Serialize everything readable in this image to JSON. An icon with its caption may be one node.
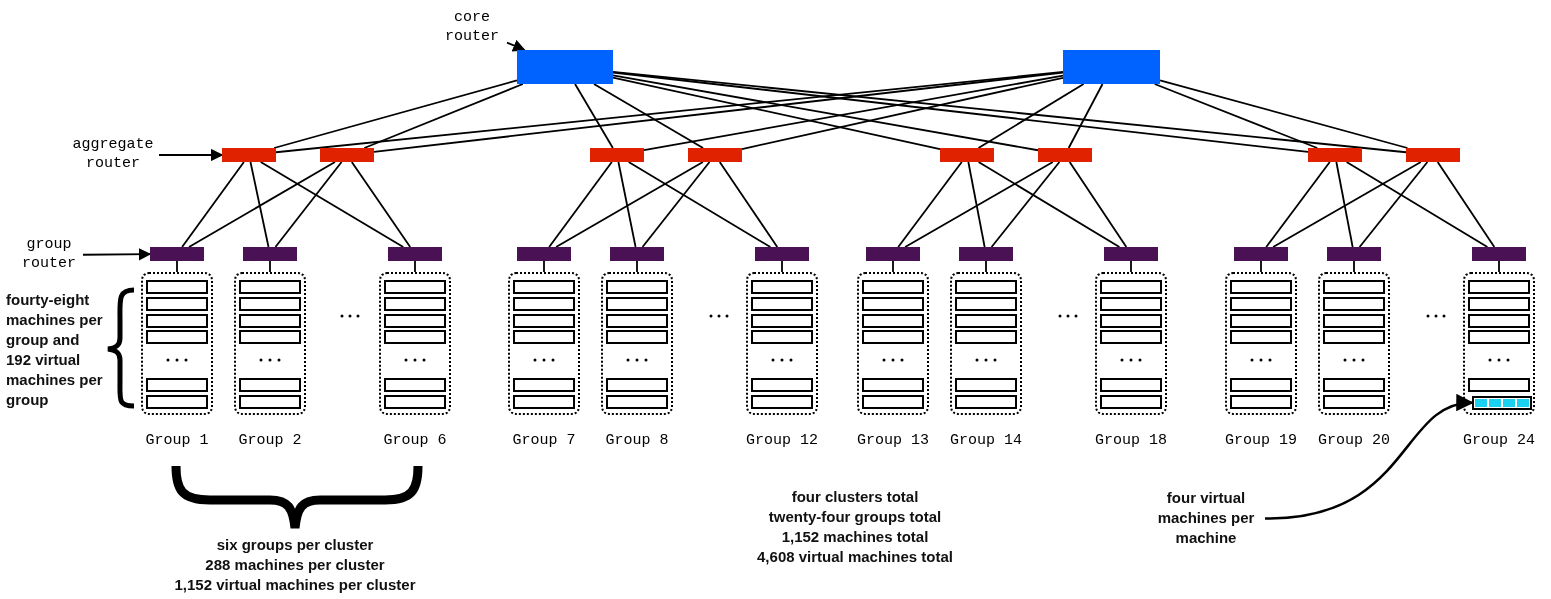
{
  "diagram": {
    "nodes": [
      {
        "text": [
          "core router"
        ]
      },
      {
        "text": [],
        "shape": "box"
      },
      {
        "text": [],
        "shape": "box"
      },
      {
        "text": [
          "aggregate router"
        ]
      },
      {
        "text": [],
        "shape": "box"
      },
      {
        "text": [],
        "shape": "box"
      },
      {
        "text": [],
        "shape": "box"
      },
      {
        "text": [],
        "shape": "box"
      },
      {
        "text": [],
        "shape": "box"
      },
      {
        "text": [],
        "shape": "box"
      },
      {
        "text": [],
        "shape": "box"
      },
      {
        "text": [],
        "shape": "box"
      },
      {
        "text": [
          "group router"
        ]
      },
      {
        "text": [],
        "shape": "box"
      },
      {
        "text": [],
        "shape": "box"
      },
      {
        "text": [],
        "shape": "box"
      },
      {
        "text": [],
        "shape": "box"
      },
      {
        "text": [],
        "shape": "box"
      },
      {
        "text": [],
        "shape": "box"
      },
      {
        "text": [],
        "shape": "box"
      },
      {
        "text": [],
        "shape": "box"
      },
      {
        "text": [],
        "shape": "box"
      },
      {
        "text": [],
        "shape": "box"
      },
      {
        "text": [],
        "shape": "box"
      },
      {
        "text": [],
        "shape": "box"
      },
      {
        "text": [],
        "shape": "box",
        "beside": [
          "Group 1"
        ]
      },
      {
        "text": [],
        "shape": "box",
        "beside": [
          "Group 2"
        ]
      },
      {
        "text": [],
        "shape": "box",
        "beside": [
          "Group 6"
        ]
      },
      {
        "text": [],
        "shape": "box",
        "beside": [
          "Group 7"
        ]
      },
      {
        "text": [],
        "shape": "box",
        "beside": [
          "Group 8"
        ]
      },
      {
        "text": [],
        "shape": "box",
        "beside": [
          "Group 12"
        ]
      },
      {
        "text": [],
        "shape": "box",
        "beside": [
          "Group 13"
        ]
      },
      {
        "text": [],
        "shape": "box",
        "beside": [
          "Group 14"
        ]
      },
      {
        "text": [],
        "shape": "box",
        "beside": [
          "Group 18"
        ]
      },
      {
        "text": [],
        "shape": "box",
        "beside": [
          "Group 19"
        ]
      },
      {
        "text": [],
        "shape": "box",
        "beside": [
          "Group 20"
        ]
      },
      {
        "text": [],
        "shape": "box",
        "beside": [
          "Group 24"
        ]
      },
      {
        "text": [],
        "shape": "box",
        "in": 36
      },
      {
        "text": [
          "four virtual machines per machine"
        ]
      }
    ],
    "edges": [
      {
        "from": 0,
        "to": 1,
        "arrow": "to"
      },
      {
        "from": 3,
        "to": 4,
        "arrow": "to"
      },
      {
        "from": 12,
        "to": 13,
        "arrow": "to"
      },
      {
        "from": 1,
        "to": 4,
        "arrow": "none"
      },
      {
        "from": 1,
        "to": 5,
        "arrow": "none"
      },
      {
        "from": 1,
        "to": 6,
        "arrow": "none"
      },
      {
        "from": 1,
        "to": 7,
        "arrow": "none"
      },
      {
        "from": 1,
        "to": 8,
        "arrow": "none"
      },
      {
        "from": 1,
        "to": 9,
        "arrow": "none"
      },
      {
        "from": 1,
        "to": 10,
        "arrow": "none"
      },
      {
        "from": 1,
        "to": 11,
        "arrow": "none"
      },
      {
        "from": 2,
        "to": 4,
        "arrow": "none"
      },
      {
        "from": 2,
        "to": 5,
        "arrow": "none"
      },
      {
        "from": 2,
        "to": 6,
        "arrow": "none"
      },
      {
        "from": 2,
        "to": 7,
        "arrow": "none"
      },
      {
        "from": 2,
        "to": 8,
        "arrow": "none"
      },
      {
        "from": 2,
        "to": 9,
        "arrow": "none"
      },
      {
        "from": 2,
        "to": 10,
        "arrow": "none"
      },
      {
        "from": 2,
        "to": 11,
        "arrow": "none"
      },
      {
        "from": 4,
        "to": 13,
        "arrow": "none"
      },
      {
        "from": 4,
        "to": 14,
        "arrow": "none"
      },
      {
        "from": 4,
        "to": 15,
        "arrow": "none"
      },
      {
        "from": 5,
        "to": 13,
        "arrow": "none"
      },
      {
        "from": 5,
        "to": 14,
        "arrow": "none"
      },
      {
        "from": 5,
        "to": 15,
        "arrow": "none"
      },
      {
        "from": 6,
        "to": 16,
        "arrow": "none"
      },
      {
        "from": 6,
        "to": 17,
        "arrow": "none"
      },
      {
        "from": 6,
        "to": 18,
        "arrow": "none"
      },
      {
        "from": 7,
        "to": 16,
        "arrow": "none"
      },
      {
        "from": 7,
        "to": 17,
        "arrow": "none"
      },
      {
        "from": 7,
        "to": 18,
        "arrow": "none"
      },
      {
        "from": 8,
        "to": 19,
        "arrow": "none"
      },
      {
        "from": 8,
        "to": 20,
        "arrow": "none"
      },
      {
        "from": 8,
        "to": 21,
        "arrow": "none"
      },
      {
        "from": 9,
        "to": 19,
        "arrow": "none"
      },
      {
        "from": 9,
        "to": 20,
        "arrow": "none"
      },
      {
        "from": 9,
        "to": 21,
        "arrow": "none"
      },
      {
        "from": 10,
        "to": 22,
        "arrow": "none"
      },
      {
        "from": 10,
        "to": 23,
        "arrow": "none"
      },
      {
        "from": 10,
        "to": 24,
        "arrow": "none"
      },
      {
        "from": 11,
        "to": 22,
        "arrow": "none"
      },
      {
        "from": 11,
        "to": 23,
        "arrow": "none"
      },
      {
        "from": 11,
        "to": 24,
        "arrow": "none"
      },
      {
        "from": 13,
        "to": 25,
        "arrow": "none"
      },
      {
        "from": 14,
        "to": 26,
        "arrow": "none"
      },
      {
        "from": 15,
        "to": 27,
        "arrow": "none"
      },
      {
        "from": 16,
        "to": 28,
        "arrow": "none"
      },
      {
        "from": 17,
        "to": 29,
        "arrow": "none"
      },
      {
        "from": 18,
        "to": 30,
        "arrow": "none"
      },
      {
        "from": 19,
        "to": 31,
        "arrow": "none"
      },
      {
        "from": 20,
        "to": 32,
        "arrow": "none"
      },
      {
        "from": 21,
        "to": 33,
        "arrow": "none"
      },
      {
        "from": 22,
        "to": 34,
        "arrow": "none"
      },
      {
        "from": 23,
        "to": 35,
        "arrow": "none"
      },
      {
        "from": 24,
        "to": 36,
        "arrow": "none"
      },
      {
        "from": 38,
        "to": 37,
        "arrow": "to"
      }
    ],
    "labels": [
      "fourty-eight machines per group and 192 virtual machines per group",
      "six groups per cluster",
      "288 machines per cluster",
      "1,152 virtual machines per cluster",
      "four clusters total",
      "twenty-four groups total",
      "1,152 machines total",
      "4,608 virtual machines total"
    ]
  }
}
